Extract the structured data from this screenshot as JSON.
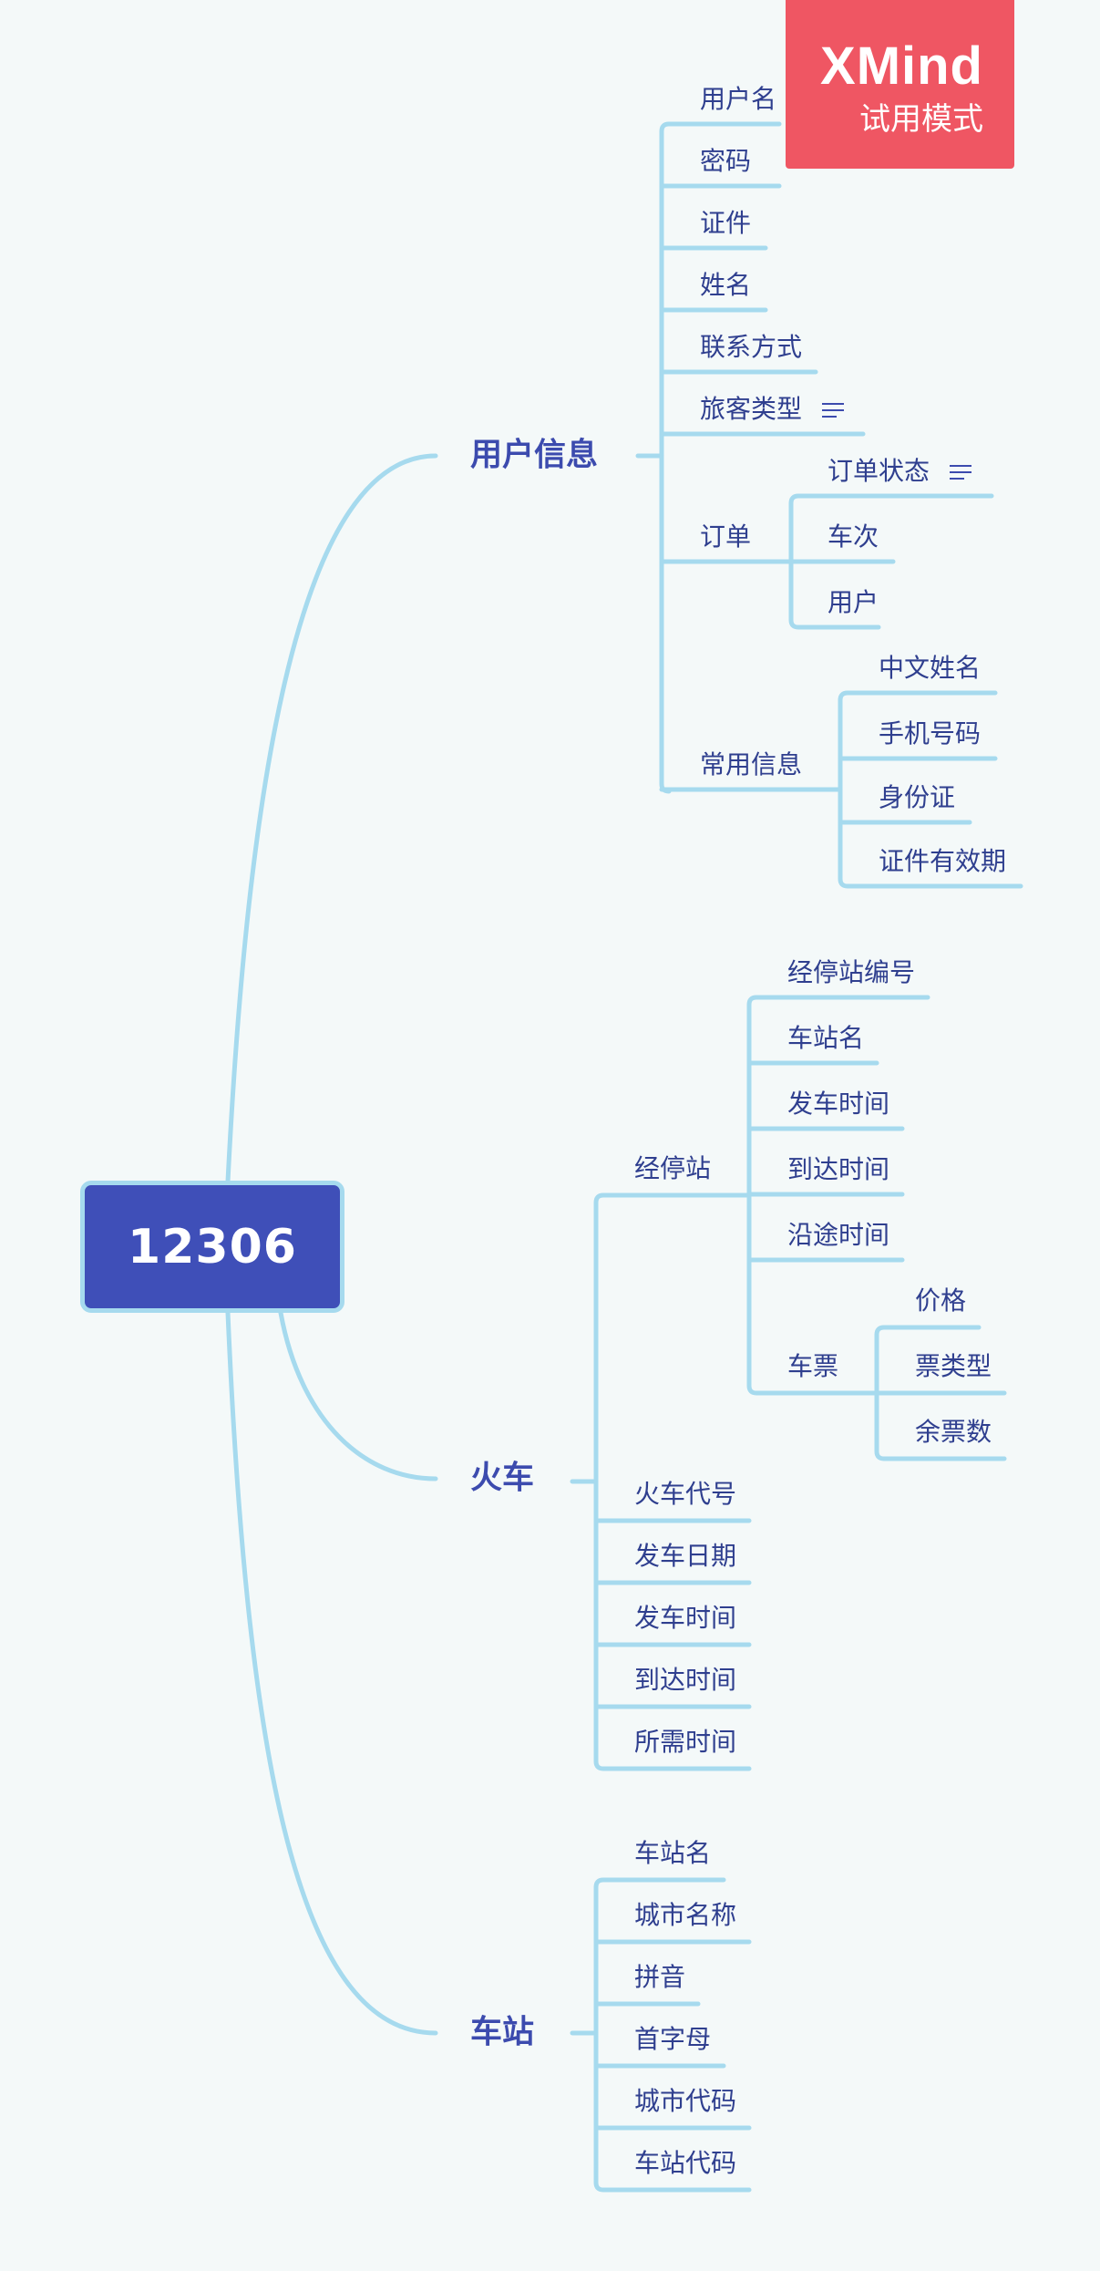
{
  "root": {
    "label": "12306"
  },
  "branches": {
    "user": {
      "label": "用户信息",
      "items": [
        "用户名",
        "密码",
        "证件",
        "姓名",
        "联系方式",
        "旅客类型"
      ],
      "order": {
        "label": "订单",
        "children": [
          "订单状态",
          "车次",
          "用户"
        ]
      },
      "frequent": {
        "label": "常用信息",
        "children": [
          "中文姓名",
          "手机号码",
          "身份证",
          "证件有效期"
        ]
      }
    },
    "train": {
      "label": "火车",
      "stops": {
        "label": "经停站",
        "children": [
          "经停站编号",
          "车站名",
          "发车时间",
          "到达时间",
          "沿途时间"
        ],
        "ticket": {
          "label": "车票",
          "children": [
            "价格",
            "票类型",
            "余票数"
          ]
        }
      },
      "items": [
        "火车代号",
        "发车日期",
        "发车时间",
        "到达时间",
        "所需时间"
      ]
    },
    "station": {
      "label": "车站",
      "items": [
        "车站名",
        "城市名称",
        "拼音",
        "首字母",
        "城市代码",
        "车站代码"
      ]
    }
  },
  "watermark": {
    "title": "XMind",
    "subtitle": "试用模式"
  },
  "colors": {
    "line": "#a6daee",
    "root_fill": "#3f4fb8",
    "main_text": "#3c4bae",
    "sub_text": "#2f3f8f",
    "badge": "#ef5663",
    "background": "#f4f9f9"
  }
}
